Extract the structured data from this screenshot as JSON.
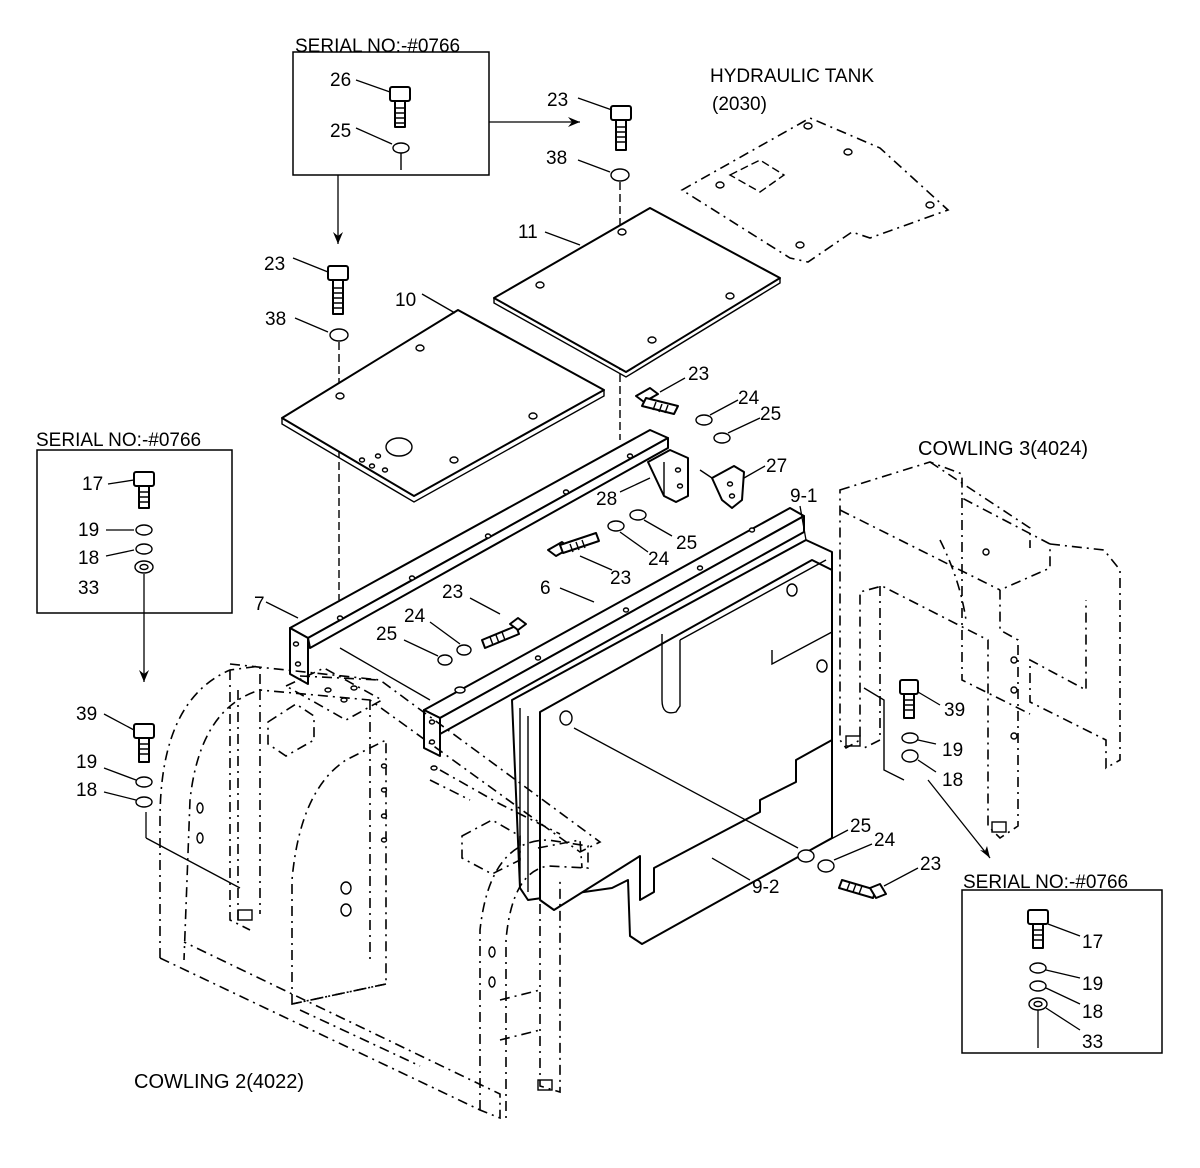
{
  "labels": {
    "serial_top": "SERIAL NO:-#0766",
    "serial_left": "SERIAL NO:-#0766",
    "serial_right": "SERIAL NO:-#0766",
    "hydraulic_tank": "HYDRAULIC TANK",
    "hydraulic_tank_code": "(2030)",
    "cowling3": "COWLING 3(4024)",
    "cowling2": "COWLING 2(4022)"
  },
  "parts": {
    "p26": "26",
    "p25_box": "25",
    "p23_top": "23",
    "p38_top": "38",
    "p11": "11",
    "p23_left": "23",
    "p38_left": "38",
    "p10": "10",
    "p23_mid": "23",
    "p24_mid": "24",
    "p25_mid": "25",
    "p27": "27",
    "p28": "28",
    "p25_b": "25",
    "p24_b": "24",
    "p23_b": "23",
    "p9_1": "9-1",
    "p6": "6",
    "p7": "7",
    "p23_c": "23",
    "p24_c": "24",
    "p25_c": "25",
    "p17_l": "17",
    "p19_l": "19",
    "p18_l": "18",
    "p33_l": "33",
    "p39_l": "39",
    "p19_l2": "19",
    "p18_l2": "18",
    "p39_r": "39",
    "p19_r": "19",
    "p18_r": "18",
    "p25_d": "25",
    "p24_d": "24",
    "p23_d": "23",
    "p9_2": "9-2",
    "p17_r": "17",
    "p19_r2": "19",
    "p18_r2": "18",
    "p33_r": "33"
  }
}
